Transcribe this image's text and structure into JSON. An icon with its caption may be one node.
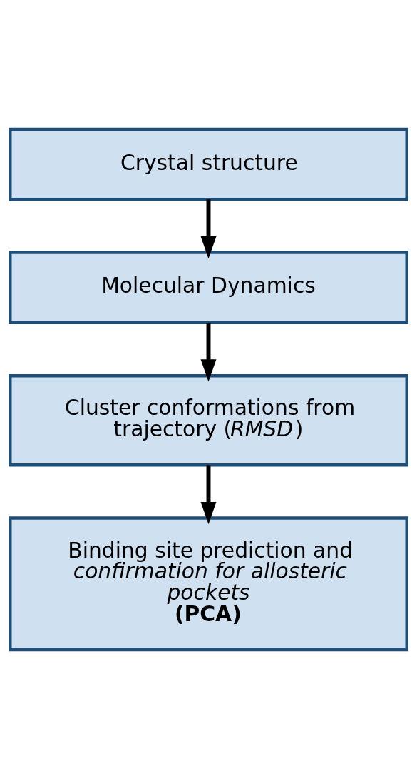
{
  "diagram": {
    "nodes": [
      {
        "text": [
          "Crystal structure"
        ]
      },
      {
        "text": [
          "Molecular Dynamics"
        ]
      },
      {
        "text": [
          "Cluster conformations from trajectory (*RMSD*)"
        ]
      },
      {
        "text": [
          "Binding site prediction and *confirmation for allosteric pockets*",
          "(PCA)"
        ]
      }
    ],
    "edges": [
      {
        "from": 0,
        "to": 1,
        "arrow": "to"
      },
      {
        "from": 1,
        "to": 2,
        "arrow": "to"
      },
      {
        "from": 2,
        "to": 3,
        "arrow": "to"
      }
    ]
  }
}
